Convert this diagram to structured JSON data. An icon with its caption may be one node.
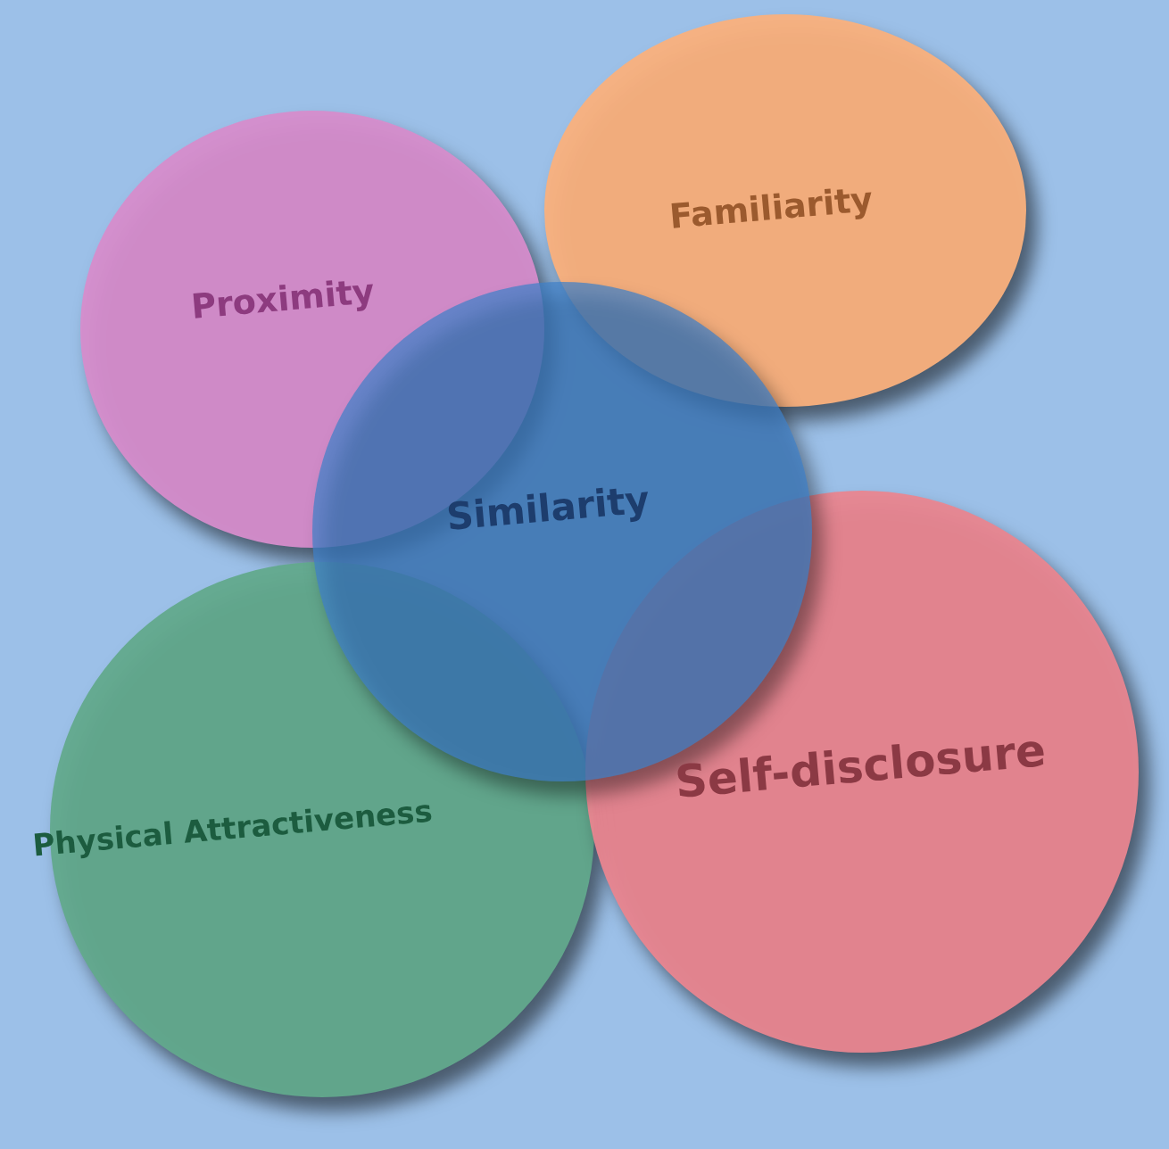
{
  "diagram": {
    "nodes": [
      {
        "text": [
          "Proximity"
        ]
      },
      {
        "text": [
          "Familiarity"
        ]
      },
      {
        "text": [
          "Similarity"
        ]
      },
      {
        "text": [
          "Physical Attractiveness"
        ]
      },
      {
        "text": [
          "Self-disclosure"
        ]
      }
    ]
  }
}
